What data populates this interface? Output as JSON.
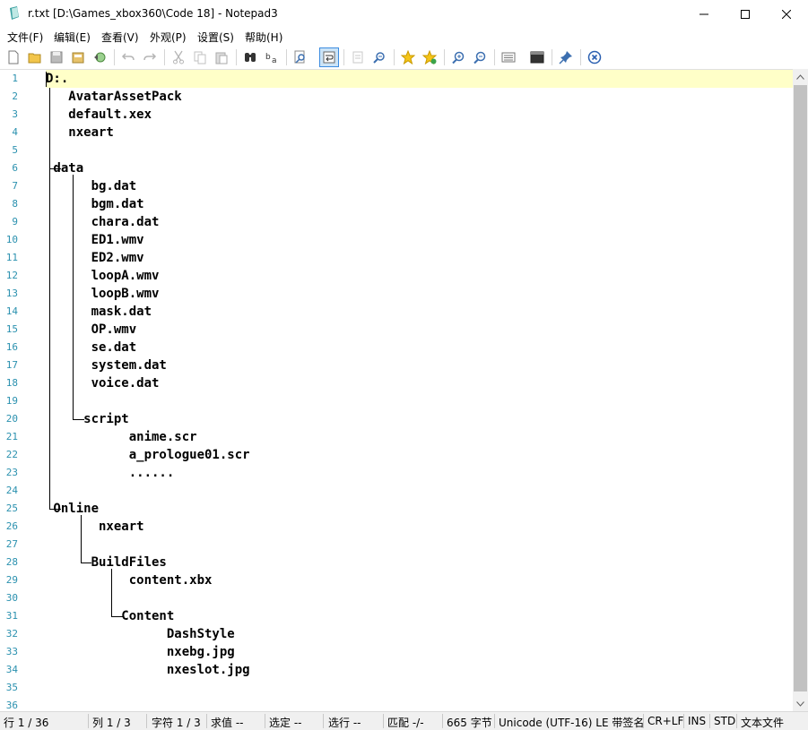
{
  "window": {
    "title": "r.txt [D:\\Games_xbox360\\Code 18] - Notepad3",
    "icon": "notepad3-icon"
  },
  "menu": [
    {
      "label": "文件(F)"
    },
    {
      "label": "编辑(E)"
    },
    {
      "label": "查看(V)"
    },
    {
      "label": "外观(P)"
    },
    {
      "label": "设置(S)"
    },
    {
      "label": "帮助(H)"
    }
  ],
  "toolbar": {
    "icons": [
      "new-file-icon",
      "open-file-icon",
      "save-icon",
      "save-as-icon",
      "browse-icon",
      "undo-icon",
      "redo-icon",
      "cut-icon",
      "copy-icon",
      "paste-icon",
      "find-icon",
      "replace-icon",
      "find-in-files-icon",
      "word-wrap-icon",
      "select-column-icon",
      "find-next-icon",
      "favorites-icon",
      "add-favorite-icon",
      "zoom-in-icon",
      "zoom-out-icon",
      "scheme-icon",
      "terminal-icon",
      "pin-icon",
      "exit-icon"
    ]
  },
  "editor": {
    "lines": [
      "D:.",
      "   AvatarAssetPack",
      "   default.xex",
      "   nxeart",
      "",
      " data",
      "      bg.dat",
      "      bgm.dat",
      "      chara.dat",
      "      ED1.wmv",
      "      ED2.wmv",
      "      loopA.wmv",
      "      loopB.wmv",
      "      mask.dat",
      "      OP.wmv",
      "      se.dat",
      "      system.dat",
      "      voice.dat",
      "",
      "     script",
      "           anime.scr",
      "           a_prologue01.scr",
      "           ......",
      "",
      " Online",
      "       nxeart",
      "",
      "      BuildFiles",
      "           content.xbx",
      "",
      "          Content",
      "                DashStyle",
      "                nxebg.jpg",
      "                nxeslot.jpg",
      "",
      ""
    ],
    "line_numbers": [
      "1",
      "2",
      "3",
      "4",
      "5",
      "6",
      "7",
      "8",
      "9",
      "10",
      "11",
      "12",
      "13",
      "14",
      "15",
      "16",
      "17",
      "18",
      "19",
      "20",
      "21",
      "22",
      "23",
      "24",
      "25",
      "26",
      "27",
      "28",
      "29",
      "30",
      "31",
      "32",
      "33",
      "34",
      "35",
      "36"
    ]
  },
  "status": {
    "line": "行 1 / 36",
    "col": "列 1 / 3",
    "char": "字符 1 / 3",
    "sum": "求值 --",
    "selection": "选定 --",
    "sel_lines": "选行 --",
    "match": "匹配 -/-",
    "bytes": "665 字节",
    "encoding": "Unicode (UTF-16) LE 带签名",
    "eol": "CR+LF",
    "ins": "INS",
    "std": "STD",
    "filetype": "文本文件"
  },
  "colors": {
    "line_number": "#2b91af",
    "current_line": "#ffffc8",
    "accent": "#3c8ce0"
  }
}
